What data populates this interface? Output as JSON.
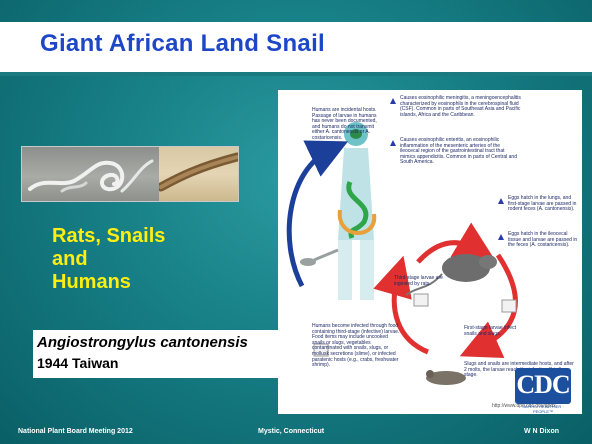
{
  "slide": {
    "title": "Giant African Land Snail",
    "heading_lines": [
      "Rats, Snails",
      "and",
      "Humans"
    ],
    "species_name": "Angiostrongylus cantonensis",
    "species_meta": "1944 Taiwan"
  },
  "diagram": {
    "notes": {
      "humans_incidental": "Humans are incidental hosts. Passage of larvae in humans has never been documented, and humans do not transmit either A. cantonensis or A. costaricensis.",
      "eosinophilic_meningitis": "Causes eosinophilic meningitis, a meningoencephalitis characterized by eosinophils in the cerebrospinal fluid (CSF). Common in parts of Southeast Asia and Pacific islands, Africa and the Caribbean.",
      "eosinophilic_enteritis": "Causes eosinophilic enteritis, an eosinophilic inflammation of the mesenteric arteries of the ileocecal region of the gastrointestinal tract that mimics appendicitis. Common in parts of Central and South America.",
      "eggs_lungs": "Eggs hatch in the lungs, and first-stage larvae are passed in rodent feces (A. cantonensis).",
      "eggs_ileocecal": "Eggs hatch in the ileocecal tissue and larvae are passed in the feces (A. costaricensis).",
      "third_stage_ingested": "Third-stage larvae are ingested by rats.",
      "first_stage_infect": "First-stage larvae infect snails and slugs.",
      "humans_infected": "Humans become infected through food containing third-stage (infective) larvae. Food items may include uncooked snails or slugs, vegetables contaminated with snails, slugs, or mollusk secretions (slime), or infected paratenic hosts (e.g., crabs, freshwater shrimp).",
      "slugs_intermediate": "Slugs and snails are intermediate hosts, and after 2 molts, the larvae reach the infective (third) stage."
    },
    "url": "http://www.dpd.cdc.gov/dpdx"
  },
  "logo": {
    "text": "CDC",
    "tagline": "SAFER · HEALTHIER · PEOPLE™"
  },
  "footer": {
    "left": "National Plant Board Meeting  2012",
    "center": "Mystic, Connecticut",
    "right": "W N Dixon"
  },
  "colors": {
    "title": "#1e47c8",
    "heading": "#ffee10",
    "background": "#177f86",
    "cycle_arrows": "#e03030",
    "human_arrow": "#1c3f9a"
  }
}
